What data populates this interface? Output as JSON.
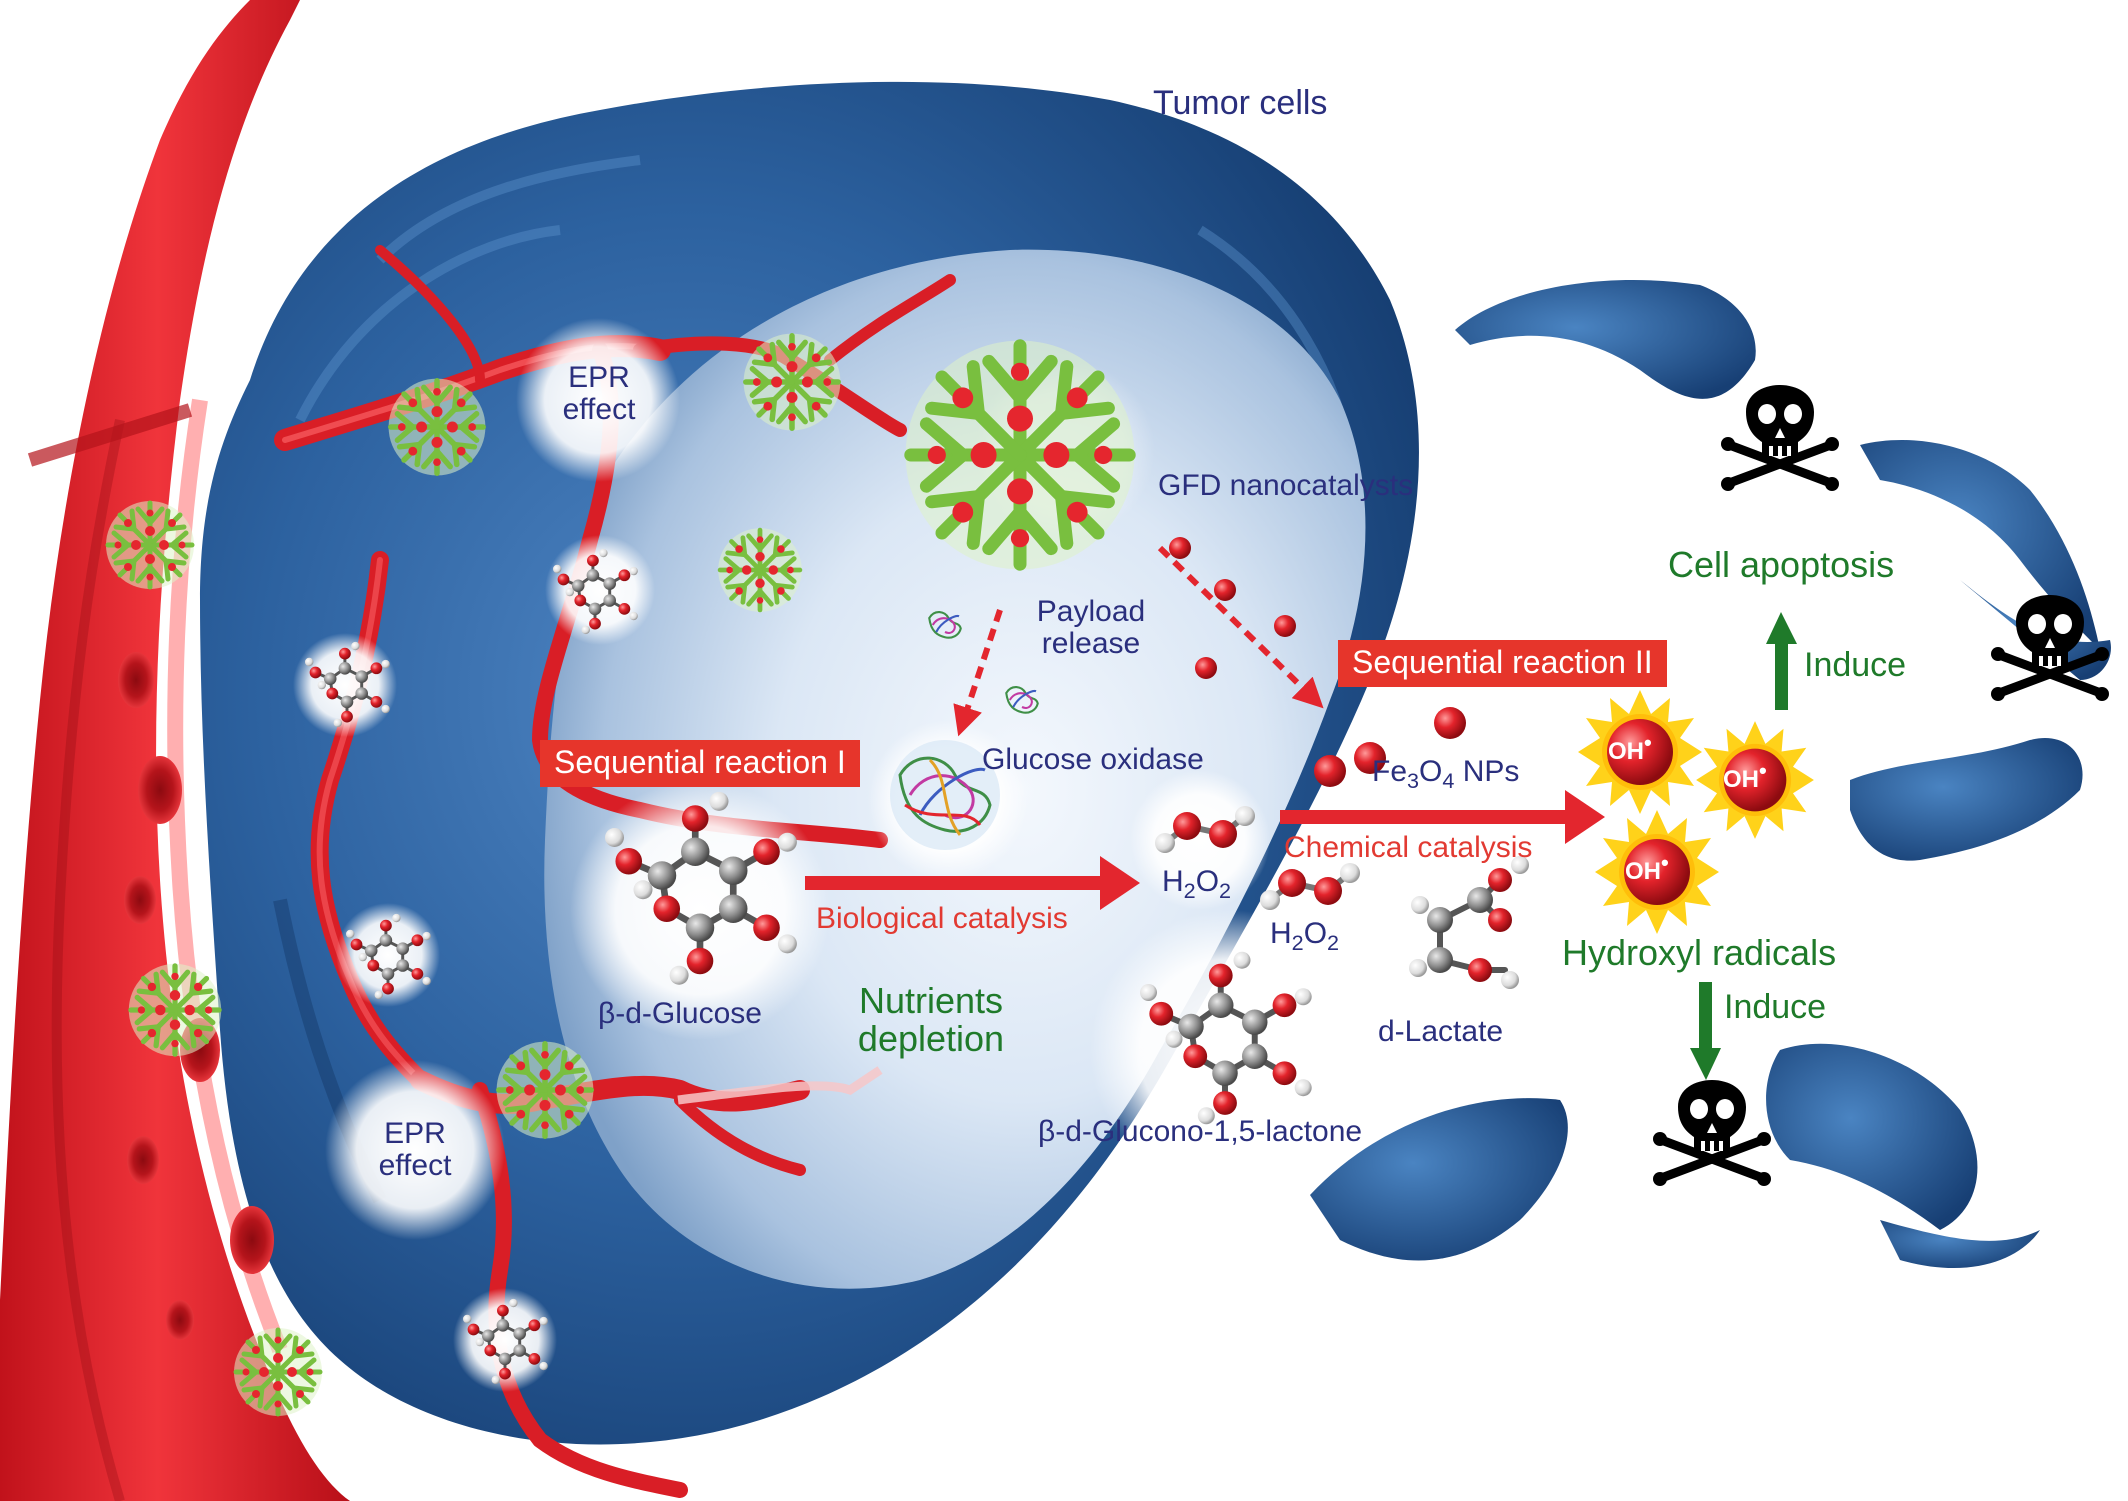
{
  "labels": {
    "tumor_cells": "Tumor cells",
    "epr_effect_top_line1": "EPR",
    "epr_effect_top_line2": "effect",
    "epr_effect_bottom_line1": "EPR",
    "epr_effect_bottom_line2": "effect",
    "gfd_nanocatalysts": "GFD nanocatalysts",
    "payload_release_line1": "Payload",
    "payload_release_line2": "release",
    "glucose_oxidase": "Glucose oxidase",
    "sequential_reaction_1": "Sequential reaction I",
    "sequential_reaction_2": "Sequential reaction II",
    "fe3o4_prefix": "Fe",
    "fe3o4_sub1": "3",
    "fe3o4_mid": "O",
    "fe3o4_sub2": "4",
    "fe3o4_suffix": " NPs",
    "h2o2_h": "H",
    "h2o2_sub1": "2",
    "h2o2_o": "O",
    "h2o2_sub2": "2",
    "chemical_catalysis": "Chemical catalysis",
    "biological_catalysis": "Biological catalysis",
    "beta_d_glucose": "β-d-Glucose",
    "nutrients_depletion_line1": "Nutrients",
    "nutrients_depletion_line2": "depletion",
    "d_lactate": "d-Lactate",
    "glucono_lactone": "β-d-Glucono-1,5-lactone",
    "hydroxyl_radicals": "Hydroxyl radicals",
    "cell_apoptosis": "Cell apoptosis",
    "induce_up": "Induce",
    "induce_down": "Induce",
    "oh_radical": "OH",
    "radical_dot": "•"
  },
  "colors": {
    "vessel_red": "#e3212a",
    "vessel_dark": "#b3141c",
    "tumor_dark_blue": "#1d4f8c",
    "tumor_light": "#e8f0fa",
    "fragment_blue": "#245a99",
    "nanoparticle_green": "#8ccf4f",
    "payload_red": "#e5262e",
    "text_navy": "#2a2f7d",
    "text_red": "#e23a32",
    "text_green": "#1f7a2a",
    "label_box_red": "#e6352b",
    "radical_yellow": "#ffd21a",
    "radical_red": "#e8252c"
  },
  "icons": [
    "nanocatalyst-icon",
    "glucose-molecule-icon",
    "h2o2-molecule-icon",
    "lactate-molecule-icon",
    "glucono-lactone-molecule-icon",
    "glucose-oxidase-protein-icon",
    "fe3o4-nanoparticle-icon",
    "hydroxyl-radical-icon",
    "skull-crossbones-icon",
    "red-blood-cell-icon"
  ]
}
